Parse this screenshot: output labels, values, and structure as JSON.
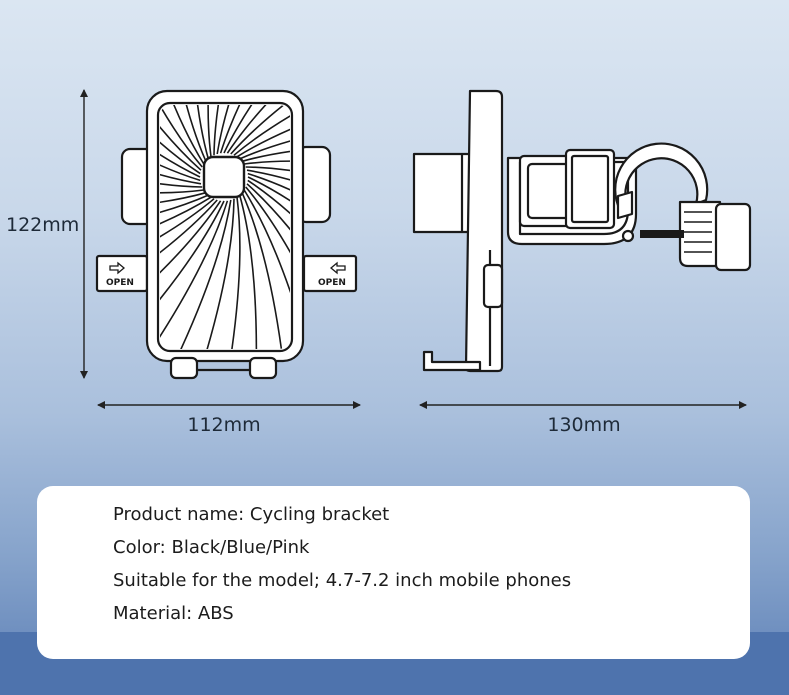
{
  "dimensions": {
    "height": "122mm",
    "front_width": "112mm",
    "side_width": "130mm"
  },
  "open_label": "OPEN",
  "specs": [
    "Product name: Cycling bracket",
    "Color: Black/Blue/Pink",
    "Suitable for the model; 4.7-7.2 inch mobile phones",
    "Material: ABS"
  ]
}
